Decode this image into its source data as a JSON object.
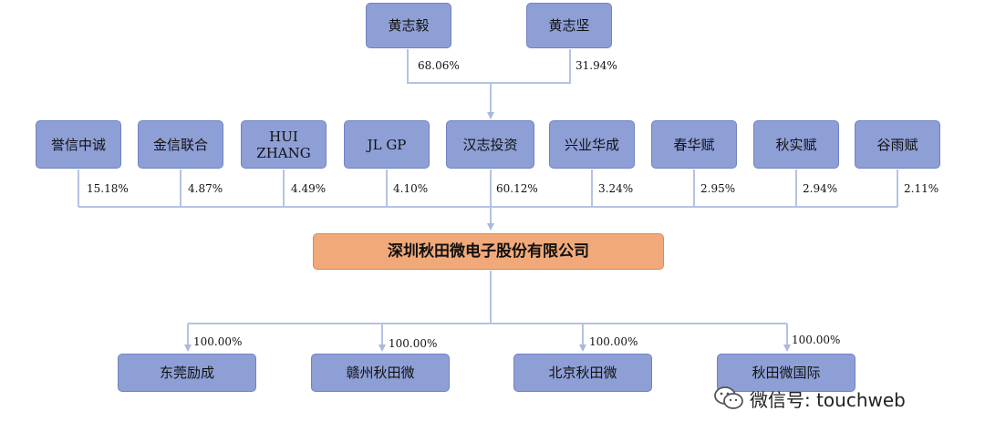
{
  "owners_top": [
    {
      "name": "黄志毅",
      "share": "68.06%"
    },
    {
      "name": "黄志坚",
      "share": "31.94%"
    }
  ],
  "shareholders": [
    {
      "name": "誉信中诚",
      "share": "15.18%"
    },
    {
      "name": "金信联合",
      "share": "4.87%"
    },
    {
      "name": "HUI\nZHANG",
      "share": "4.49%"
    },
    {
      "name": "JL GP",
      "share": "4.10%"
    },
    {
      "name": "汉志投资",
      "share": "60.12%"
    },
    {
      "name": "兴业华成",
      "share": "3.24%"
    },
    {
      "name": "春华赋",
      "share": "2.95%"
    },
    {
      "name": "秋实赋",
      "share": "2.94%"
    },
    {
      "name": "谷雨赋",
      "share": "2.11%"
    }
  ],
  "company": "深圳秋田微电子股份有限公司",
  "subsidiaries": [
    {
      "name": "东莞励成",
      "share": "100.00%"
    },
    {
      "name": "赣州秋田微",
      "share": "100.00%"
    },
    {
      "name": "北京秋田微",
      "share": "100.00%"
    },
    {
      "name": "秋田微国际",
      "share": "100.00%"
    }
  ],
  "watermark": "微信号: touchweb",
  "icons": {
    "watermark": "wechat-icon"
  },
  "colors": {
    "box": "#8e9fd6",
    "main_box": "#f2a979",
    "line": "#a9b9dd"
  }
}
